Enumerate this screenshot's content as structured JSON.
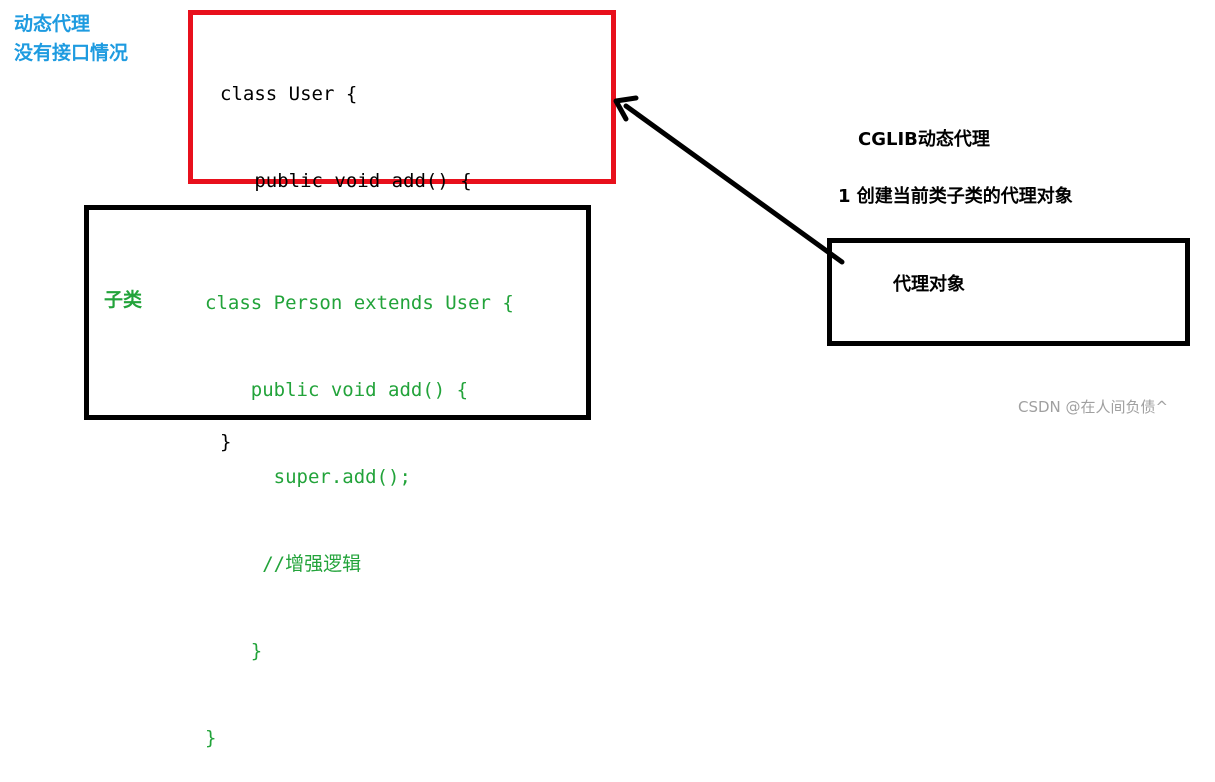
{
  "title": {
    "line1": "动态代理",
    "line2": "没有接口情况"
  },
  "user_box": {
    "code_lines": [
      "class User {",
      "   public void add() {",
      "     ......",
      "  }",
      "}"
    ],
    "border_color": "#e8101c"
  },
  "person_box": {
    "side_label": "子类",
    "code_lines": [
      "class Person extends User {",
      "    public void add() {",
      "      super.add();",
      "     //增强逻辑",
      "    }",
      "}"
    ],
    "text_color": "#22a33a"
  },
  "proxy_box": {
    "label": "代理对象"
  },
  "cglib": {
    "title": "CGLIB动态代理",
    "step": "1 创建当前类子类的代理对象"
  },
  "watermark": "CSDN @在人间负债^",
  "colors": {
    "title_blue": "#1e9be0",
    "red": "#e8101c",
    "green": "#22a33a",
    "black": "#000000"
  }
}
